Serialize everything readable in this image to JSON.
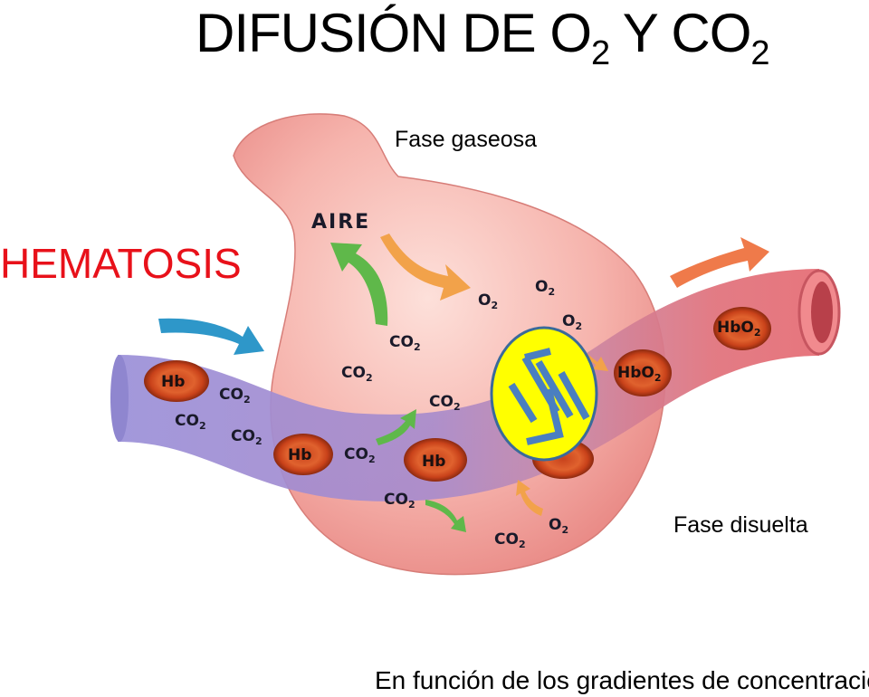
{
  "title": {
    "part1": "DIFUSIÓN DE O",
    "sub1": "2",
    "part2": " Y CO",
    "sub2": "2"
  },
  "phase_gas": "Fase gaseosa",
  "hematosis": "HEMATOSIS",
  "phase_dissolved": "Fase disuelta",
  "footer": "En función de los gradientes de concentración",
  "diagram": {
    "air": "AIRE",
    "co2": "CO",
    "o2": "O",
    "sub": "2",
    "hb": "Hb",
    "hbo2": "HbO"
  },
  "colors": {
    "title_red": "#e8111a",
    "ellipse_fill": "#ffff00",
    "ellipse_arrows": "#4a7fc0"
  }
}
